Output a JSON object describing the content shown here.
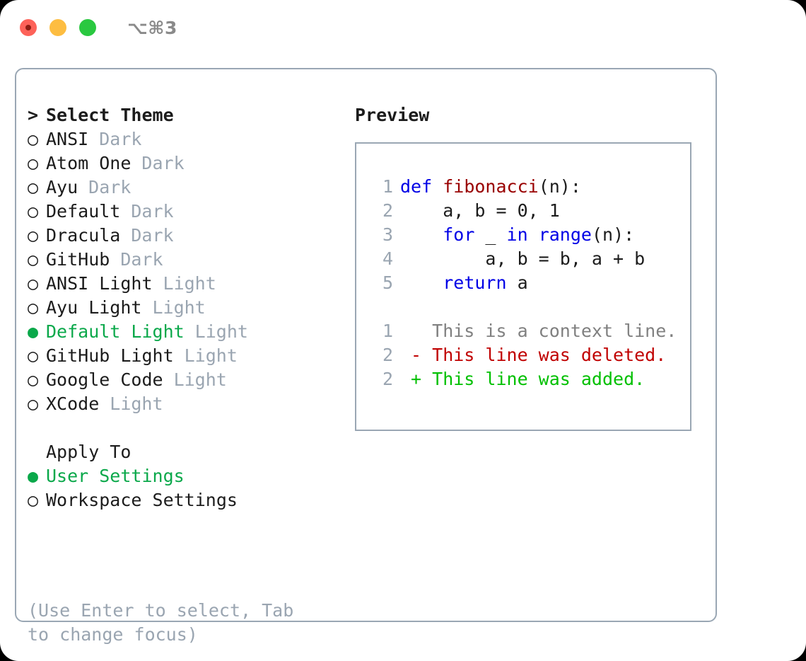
{
  "window": {
    "titlebar": {
      "shortcut": "⌥⌘3",
      "buttons": [
        {
          "name": "close",
          "color": "#fd6259"
        },
        {
          "name": "minimize",
          "color": "#fdbd41"
        },
        {
          "name": "maximize",
          "color": "#2ac840"
        }
      ]
    }
  },
  "theme_picker": {
    "header": {
      "marker": ">",
      "label": "Select Theme"
    },
    "items": [
      {
        "marker": "○",
        "name": "ANSI",
        "tag": "Dark",
        "selected": false
      },
      {
        "marker": "○",
        "name": "Atom One",
        "tag": "Dark",
        "selected": false
      },
      {
        "marker": "○",
        "name": "Ayu",
        "tag": "Dark",
        "selected": false
      },
      {
        "marker": "○",
        "name": "Default",
        "tag": "Dark",
        "selected": false
      },
      {
        "marker": "○",
        "name": "Dracula",
        "tag": "Dark",
        "selected": false
      },
      {
        "marker": "○",
        "name": "GitHub",
        "tag": "Dark",
        "selected": false
      },
      {
        "marker": "○",
        "name": "ANSI Light",
        "tag": "Light",
        "selected": false
      },
      {
        "marker": "○",
        "name": "Ayu Light",
        "tag": "Light",
        "selected": false
      },
      {
        "marker": "●",
        "name": "Default Light",
        "tag": "Light",
        "selected": true
      },
      {
        "marker": "○",
        "name": "GitHub Light",
        "tag": "Light",
        "selected": false
      },
      {
        "marker": "○",
        "name": "Google Code",
        "tag": "Light",
        "selected": false
      },
      {
        "marker": "○",
        "name": "XCode",
        "tag": "Light",
        "selected": false
      }
    ]
  },
  "apply_to": {
    "title": "Apply To",
    "options": [
      {
        "marker": "●",
        "name": "User Settings",
        "selected": true
      },
      {
        "marker": "○",
        "name": "Workspace Settings",
        "selected": false
      }
    ]
  },
  "hint": "(Use Enter to select, Tab to change focus)",
  "preview": {
    "label": "Preview",
    "code_lines": [
      {
        "no": "1",
        "tokens": [
          {
            "t": "def ",
            "c": "kw"
          },
          {
            "t": "fibonacci",
            "c": "fn"
          },
          {
            "t": "(n):",
            "c": "txt"
          }
        ]
      },
      {
        "no": "2",
        "tokens": [
          {
            "t": "    a, b = 0, 1",
            "c": "txt"
          }
        ]
      },
      {
        "no": "3",
        "tokens": [
          {
            "t": "    ",
            "c": "txt"
          },
          {
            "t": "for",
            "c": "kw"
          },
          {
            "t": " _ ",
            "c": "txt"
          },
          {
            "t": "in",
            "c": "kw"
          },
          {
            "t": " ",
            "c": "txt"
          },
          {
            "t": "range",
            "c": "kw"
          },
          {
            "t": "(n):",
            "c": "txt"
          }
        ]
      },
      {
        "no": "4",
        "tokens": [
          {
            "t": "        a, b = b, a + b",
            "c": "txt"
          }
        ]
      },
      {
        "no": "5",
        "tokens": [
          {
            "t": "    ",
            "c": "txt"
          },
          {
            "t": "return",
            "c": "kw"
          },
          {
            "t": " a",
            "c": "txt"
          }
        ]
      }
    ],
    "diff_lines": [
      {
        "no": "1",
        "tokens": [
          {
            "t": "   This is a context line.",
            "c": "ctx"
          }
        ]
      },
      {
        "no": "2",
        "tokens": [
          {
            "t": " - This line was deleted.",
            "c": "del"
          }
        ]
      },
      {
        "no": "2",
        "tokens": [
          {
            "t": " + This line was added.",
            "c": "add"
          }
        ]
      }
    ]
  },
  "colors": {
    "accent_green": "#0aa84a",
    "muted": "#9aa5b1",
    "border": "#9aa7b4",
    "keyword": "#0000e6",
    "function": "#990000",
    "diff_delete": "#c00000",
    "diff_add": "#00c000"
  }
}
